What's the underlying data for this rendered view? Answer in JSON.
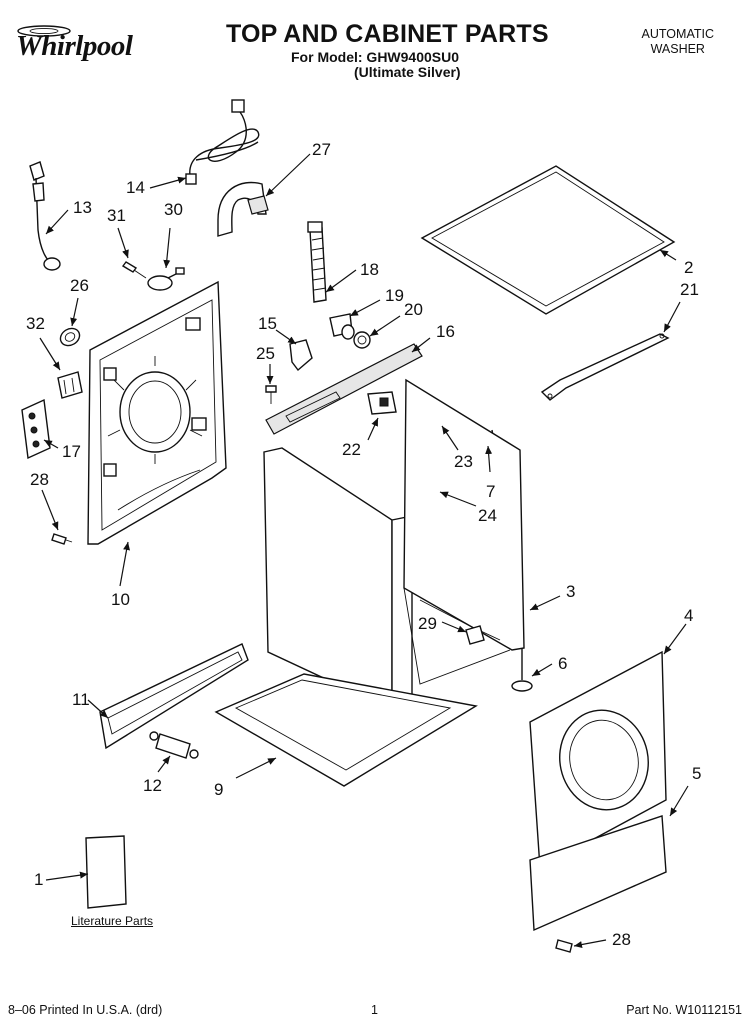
{
  "header": {
    "brand": "Whirlpool",
    "title": "TOP AND CABINET PARTS",
    "model_line": "For Model: GHW9400SU0",
    "variant_line": "(Ultimate Silver)",
    "product_type_line1": "AUTOMATIC",
    "product_type_line2": "WASHER"
  },
  "callouts": {
    "c1": "1",
    "c2": "2",
    "c3": "3",
    "c4": "4",
    "c5": "5",
    "c6": "6",
    "c7": "7",
    "c9": "9",
    "c10": "10",
    "c11": "11",
    "c12": "12",
    "c13": "13",
    "c14": "14",
    "c15": "15",
    "c16": "16",
    "c17": "17",
    "c18": "18",
    "c19": "19",
    "c20": "20",
    "c21": "21",
    "c22": "22",
    "c23": "23",
    "c24": "24",
    "c25": "25",
    "c26": "26",
    "c27": "27",
    "c28a": "28",
    "c28b": "28",
    "c29": "29",
    "c30": "30",
    "c31": "31",
    "c32": "32"
  },
  "literature_label": "Literature Parts",
  "footer": {
    "print_info": "8–06 Printed In U.S.A. (drd)",
    "page_number": "1",
    "part_number": "Part No. W10112151"
  }
}
